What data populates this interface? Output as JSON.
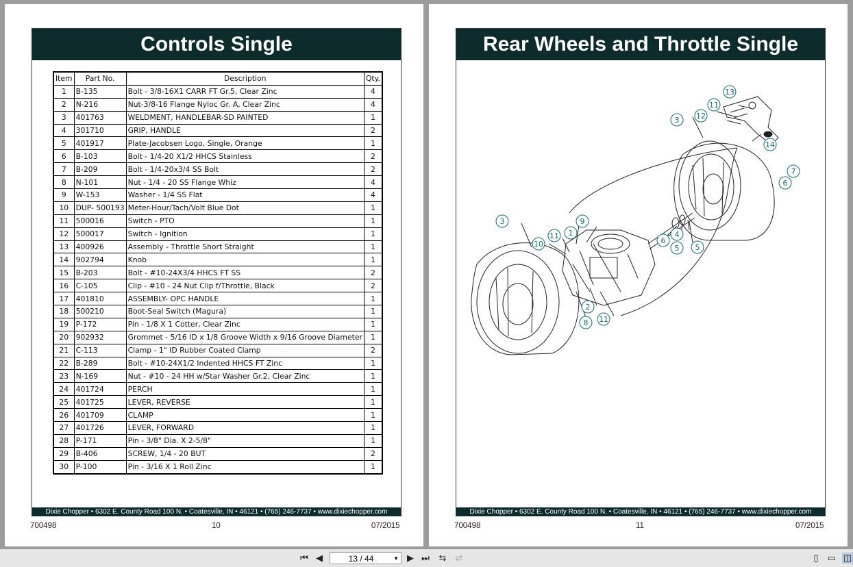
{
  "left_page": {
    "title": "Controls Single",
    "footer": "Dixie Chopper • 6302 E. County Road 100 N. • Coatesville, IN • 46121 • (765) 246-7737 • www.dixiechopper.com",
    "doc_number": "700498",
    "page_number": "10",
    "date": "07/2015",
    "table": {
      "headers": [
        "Item",
        "Part No.",
        "Description",
        "Qty."
      ],
      "rows": [
        [
          "1",
          "B-135",
          "Bolt - 3/8-16X1 CARR FT Gr.5, Clear Zinc",
          "4"
        ],
        [
          "2",
          "N-216",
          "Nut-3/8-16 Flange Nyloc Gr. A, Clear Zinc",
          "4"
        ],
        [
          "3",
          "401763",
          "WELDMENT, HANDLEBAR-SD PAINTED",
          "1"
        ],
        [
          "4",
          "301710",
          "GRIP, HANDLE",
          "2"
        ],
        [
          "5",
          "401917",
          "Plate-Jacobsen Logo, Single, Orange",
          "1"
        ],
        [
          "6",
          "B-103",
          "Bolt - 1/4-20 X1/2 HHCS Stainless",
          "2"
        ],
        [
          "7",
          "B-209",
          "Bolt - 1/4-20x3/4 SS Bolt",
          "2"
        ],
        [
          "8",
          "N-101",
          "Nut - 1/4 - 20 SS Flange Whiz",
          "4"
        ],
        [
          "9",
          "W-153",
          "Washer - 1/4 SS Flat",
          "4"
        ],
        [
          "10",
          "DUP- 500193",
          "Meter-Hour/Tach/Volt Blue Dot",
          "1"
        ],
        [
          "11",
          "500016",
          "Switch - PTO",
          "1"
        ],
        [
          "12",
          "500017",
          "Switch - Ignition",
          "1"
        ],
        [
          "13",
          "400926",
          "Assembly - Throttle Short Straight",
          "1"
        ],
        [
          "14",
          "902794",
          "Knob",
          "1"
        ],
        [
          "15",
          "B-203",
          "Bolt - #10-24X3/4 HHCS FT SS",
          "2"
        ],
        [
          "16",
          "C-105",
          "Clip - #10 - 24 Nut Clip f/Throttle, Black",
          "2"
        ],
        [
          "17",
          "401810",
          "ASSEMBLY- OPC HANDLE",
          "1"
        ],
        [
          "18",
          "500210",
          "Boot-Seal Switch (Magura)",
          "1"
        ],
        [
          "19",
          "P-172",
          "Pin - 1/8 X 1 Cotter, Clear Zinc",
          "1"
        ],
        [
          "20",
          "902932",
          "Grommet - 5/16 ID x 1/8 Groove Width x 9/16 Groove Diameter",
          "1"
        ],
        [
          "21",
          "C-113",
          "Clamp - 1\" ID Rubber Coated Clamp",
          "2"
        ],
        [
          "22",
          "B-289",
          "Bolt - #10-24X1/2 Indented HHCS FT Zinc",
          "1"
        ],
        [
          "23",
          "N-169",
          "Nut - #10 - 24 HH w/Star Washer Gr.2, Clear Zinc",
          "1"
        ],
        [
          "24",
          "401724",
          "PERCH",
          "1"
        ],
        [
          "25",
          "401725",
          "LEVER, REVERSE",
          "1"
        ],
        [
          "26",
          "401709",
          "CLAMP",
          "1"
        ],
        [
          "27",
          "401726",
          "LEVER, FORWARD",
          "1"
        ],
        [
          "28",
          "P-171",
          "Pin - 3/8\" Dia. X 2-5/8\"",
          "1"
        ],
        [
          "29",
          "B-406",
          "SCREW, 1/4 - 20 BUT",
          "2"
        ],
        [
          "30",
          "P-100",
          "Pin - 3/16 X 1 Roll Zinc",
          "1"
        ]
      ]
    }
  },
  "right_page": {
    "title": "Rear Wheels and Throttle Single",
    "footer": "Dixie Chopper • 6302 E. County Road 100 N. • Coatesville, IN • 46121 • (765) 246-7737 • www.dixiechopper.com",
    "doc_number": "700498",
    "page_number": "11",
    "date": "07/2015",
    "callouts": [
      "13",
      "11",
      "12",
      "3",
      "14",
      "7",
      "6",
      "3",
      "9",
      "11",
      "1",
      "10",
      "6",
      "5",
      "4",
      "5",
      "2",
      "11",
      "8"
    ]
  },
  "toolbar": {
    "page_indicator": "13 / 44"
  }
}
